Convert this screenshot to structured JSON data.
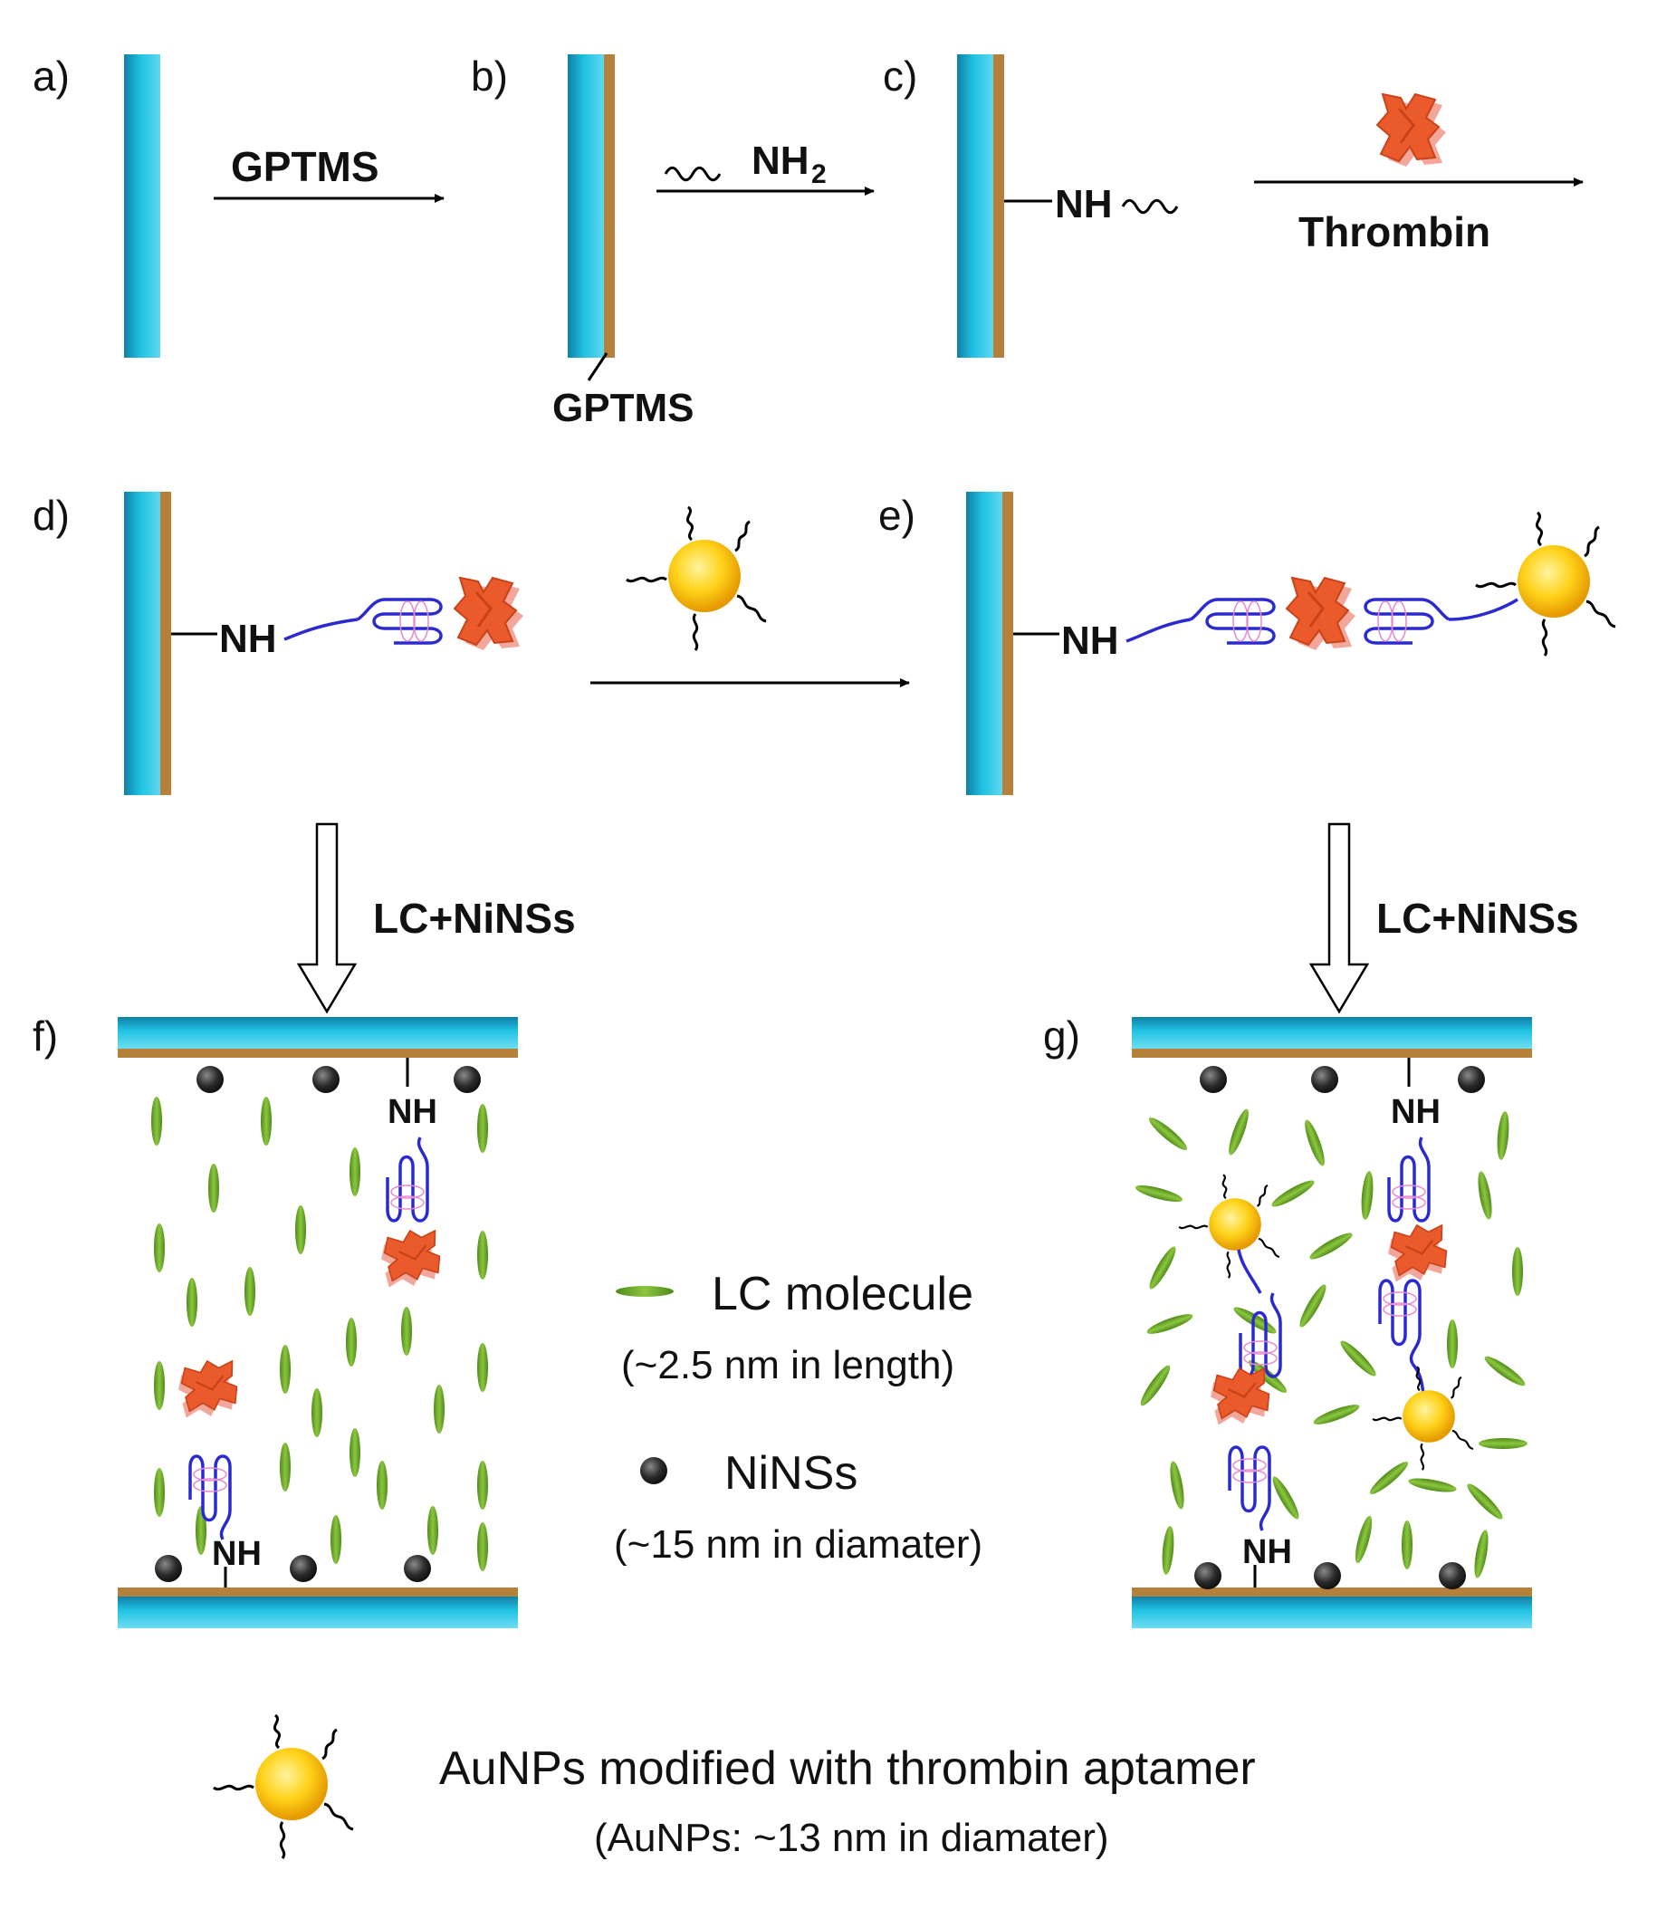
{
  "panels": {
    "a": "a)",
    "b": "b)",
    "c": "c)",
    "d": "d)",
    "e": "e)",
    "f": "f)",
    "g": "g)"
  },
  "steps": {
    "gptms_arrow": "GPTMS",
    "gptms_layer": "GPTMS",
    "amine_reagent": "NH",
    "amine_subscript": "2",
    "thrombin": "Thrombin",
    "lc_ninss": "LC+NiNSs"
  },
  "nh": "NH",
  "legend": {
    "lc_molecule": "LC molecule",
    "lc_size": "(~2.5 nm  in length)",
    "ninss": "NiNSs",
    "ninss_size": "(~15 nm  in diamater)",
    "aunp": "AuNPs modified with thrombin aptamer",
    "aunp_size": "(AuNPs:  ~13 nm  in diamater)"
  },
  "colors": {
    "glass": "#1ab3d6",
    "gptms_layer": "#b5803a",
    "thrombin": "#ea5a2a",
    "aptamer": "#2a2ad0",
    "gold": "#ffd21a",
    "lc": "#6fa82a",
    "ninss": "#2a2a2a"
  }
}
